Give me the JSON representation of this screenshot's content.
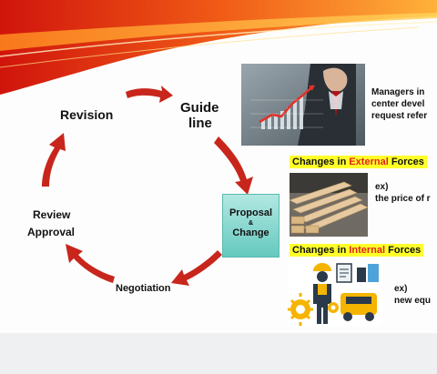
{
  "cycle": {
    "revision": "Revision",
    "guideline_1": "Guide",
    "guideline_2": "line",
    "proposal_1": "Proposal",
    "proposal_amp": "&",
    "proposal_2": "Change",
    "negotiation": "Negotiation",
    "review_1": "Review",
    "review_2": "Approval"
  },
  "managers_note": {
    "line1": "Managers in",
    "line2": "center devel",
    "line3": "request refer"
  },
  "external": {
    "prefix": "Changes in ",
    "word": "External",
    "suffix": " Forces",
    "ex": "ex)",
    "text": "the price of r"
  },
  "internal": {
    "prefix": "Changes in ",
    "word": "Internal",
    "suffix": " Forces",
    "ex": "ex)",
    "text": "new equ"
  },
  "colors": {
    "arrow_red": "#c8261c",
    "banner_yellow": "#ffff2a",
    "banner_accent": "#e2231a",
    "proposal_teal": "#7fd3ca"
  }
}
